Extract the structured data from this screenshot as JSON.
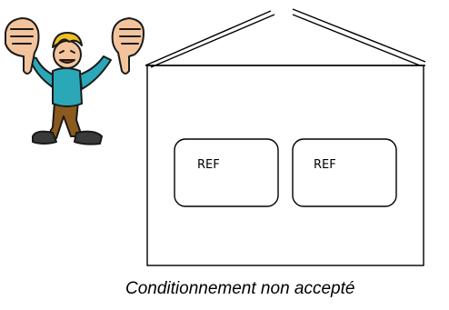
{
  "diagram": {
    "boxes": [
      {
        "label": "REF"
      },
      {
        "label": "REF"
      }
    ],
    "caption": "Conditionnement non accepté"
  },
  "character": {
    "icon": "thumbs-down-cartoon-figure",
    "colors": {
      "skin": "#f3c49b",
      "shirt": "#2aa8b8",
      "pants": "#8a5a1e",
      "hair": "#f0c020",
      "shoes": "#3a3a3a"
    }
  },
  "colors": {
    "outline": "#000000",
    "background": "#ffffff"
  }
}
